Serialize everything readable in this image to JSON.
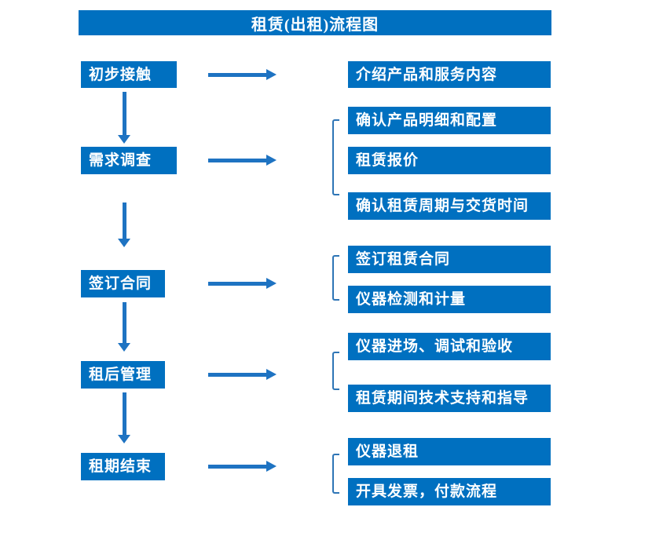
{
  "title": "租赁(出租)流程图",
  "colors": {
    "box_blue": "#0070C0",
    "arrow_blue": "#1e73c2",
    "bracket_blue": "#2E75B6",
    "text_white": "#FFFFFF"
  },
  "steps": [
    {
      "label": "初步接触",
      "details": [
        "介绍产品和服务内容"
      ]
    },
    {
      "label": "需求调查",
      "details": [
        "确认产品明细和配置",
        "租赁报价",
        "确认租赁周期与交货时间"
      ]
    },
    {
      "label": "签订合同",
      "details": [
        "签订租赁合同",
        "仪器检测和计量"
      ]
    },
    {
      "label": "租后管理",
      "details": [
        "仪器进场、调试和验收",
        "租赁期间技术支持和指导"
      ]
    },
    {
      "label": "租期结束",
      "details": [
        "仪器退租",
        "开具发票，付款流程"
      ]
    }
  ]
}
